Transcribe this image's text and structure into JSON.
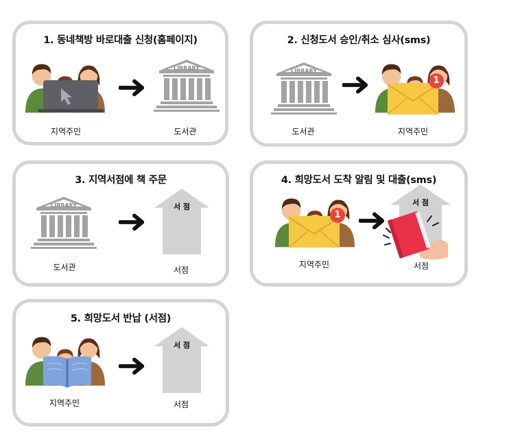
{
  "steps": [
    {
      "title": "1. 동네책방 바로대출 신청(홈페이지)",
      "left_label": "지역주민",
      "right_label": "도서관",
      "library_sign": "LIBRARY"
    },
    {
      "title": "2. 신청도서 승인/취소 심사(sms)",
      "left_label": "도서관",
      "right_label": "지역주민",
      "library_sign": "LIBRARY",
      "badge": "1"
    },
    {
      "title": "3. 지역서점에 책 주문",
      "left_label": "도서관",
      "right_label": "서점",
      "library_sign": "LIBRARY",
      "bookstore_sign": "서 점"
    },
    {
      "title": "4. 희망도서 도착 알림 및 대출(sms)",
      "left_label": "지역주민",
      "right_label": "서점",
      "badge": "1",
      "bookstore_sign": "서 점"
    },
    {
      "title": "5. 희망도서 반납 (서점)",
      "left_label": "지역주민",
      "right_label": "서점",
      "bookstore_sign": "서 점"
    }
  ],
  "colors": {
    "card_border": "#d4d4d4",
    "library_gray": "#a3a3a3",
    "envelope": "#f6c844",
    "badge": "#e8453c",
    "book_blue": "#7fa3dc",
    "book_red": "#e8324a",
    "store_gray": "#d2d2d2"
  }
}
